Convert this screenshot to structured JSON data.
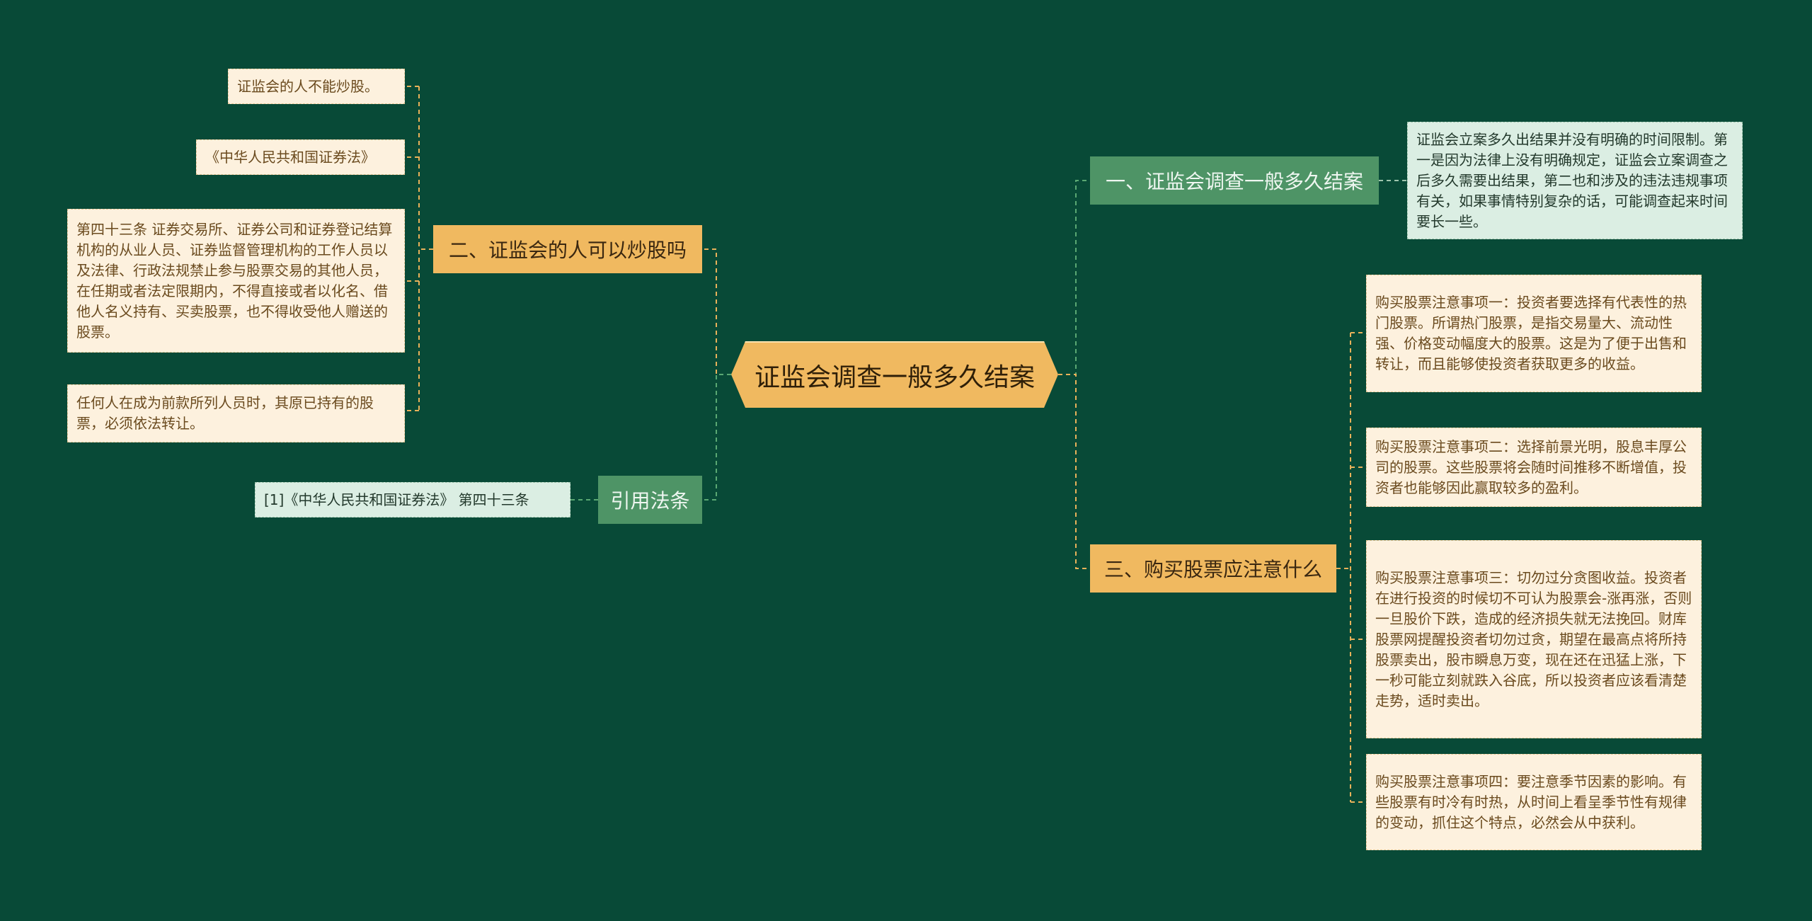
{
  "colors": {
    "background": "#084a37",
    "line_orange": "#e8b15a",
    "line_green": "#5aa873",
    "root_fill": "#f0b960",
    "branch_orange": "#f0b960",
    "branch_green": "#4e9466",
    "leaf_cream": "#fdf1de",
    "leaf_mint": "#dbeee3"
  },
  "root": {
    "label": "证监会调查一般多久结案"
  },
  "branches": {
    "right_1": {
      "label": "一、证监会调查一般多久结案"
    },
    "right_3": {
      "label": "三、购买股票应注意什么"
    },
    "left_2": {
      "label": "二、证监会的人可以炒股吗"
    },
    "left_cite": {
      "label": "引用法条"
    }
  },
  "leaves": {
    "r1_text": "证监会立案多久出结果并没有明确的时间限制。第一是因为法律上没有明确规定，证监会立案调查之后多久需要出结果，第二也和涉及的违法违规事项有关，如果事情特别复杂的话，可能调查起来时间要长一些。",
    "r3_item1": "购买股票注意事项一：投资者要选择有代表性的热门股票。所谓热门股票，是指交易量大、流动性强、价格变动幅度大的股票。这是为了便于出售和转让，而且能够使投资者获取更多的收益。",
    "r3_item2": "购买股票注意事项二：选择前景光明，股息丰厚公司的股票。这些股票将会随时间推移不断增值，投资者也能够因此赢取较多的盈利。",
    "r3_item3": "购买股票注意事项三：切勿过分贪图收益。投资者在进行投资的时候切不可认为股票会-涨再涨，否则一旦股价下跌，造成的经济损失就无法挽回。财库股票网提醒投资者切勿过贪，期望在最高点将所持股票卖出，股市瞬息万变，现在还在迅猛上涨，下一秒可能立刻就跌入谷底，所以投资者应该看清楚走势，适时卖出。",
    "r3_item4": "购买股票注意事项四：要注意季节因素的影响。有些股票有时冷有时热，从时间上看呈季节性有规律的变动，抓住这个特点，必然会从中获利。",
    "l2_item1": "证监会的人不能炒股。",
    "l2_item2": "《中华人民共和国证券法》",
    "l2_item3": "第四十三条 证券交易所、证券公司和证券登记结算机构的从业人员、证券监督管理机构的工作人员以及法律、行政法规禁止参与股票交易的其他人员，在任期或者法定限期内，不得直接或者以化名、借他人名义持有、买卖股票，也不得收受他人赠送的股票。",
    "l2_item4": "任何人在成为前款所列人员时，其原已持有的股票，必须依法转让。",
    "cite_item1": "[1]《中华人民共和国证券法》 第四十三条"
  }
}
